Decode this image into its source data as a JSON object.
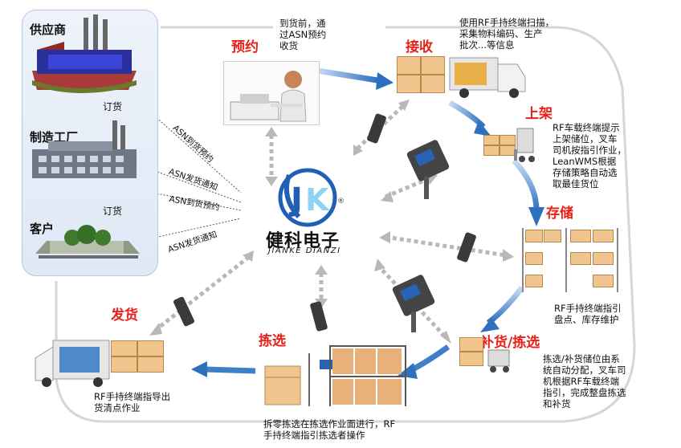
{
  "supply_chain": {
    "supplier": "供应商",
    "order1": "订货",
    "factory": "制造工厂",
    "order2": "订货",
    "customer": "客户"
  },
  "asn_links": [
    "ASN到货预约",
    "ASN发货通知",
    "ASN到货预约",
    "ASN发货通知"
  ],
  "brand": {
    "name_cn": "健科电子",
    "name_en": "JIANKE DIANZI",
    "registered": "®"
  },
  "steps": {
    "reserve": {
      "title": "预约",
      "note": "到货前，通\n过ASN预约\n收货"
    },
    "receive": {
      "title": "接收",
      "note": "使用RF手持终端扫描，\n采集物料编码、生产\n批次...等信息"
    },
    "putaway": {
      "title": "上架",
      "note": "RF车载终端提示\n上架储位，叉车\n司机按指引作业，\nLeanWMS根据\n存储策略自动选\n取最佳货位"
    },
    "storage": {
      "title": "存储",
      "note": "RF手持终端指引\n盘点、库存维护"
    },
    "replenish": {
      "title": "补货/拣选",
      "note": "拣选/补货储位由系\n统自动分配，叉车司\n机根据RF车载终端\n指引，完成整盘拣选\n和补货"
    },
    "pick": {
      "title": "拣选",
      "note": "拆零拣选在拣选作业面进行，RF\n手持终端指引拣选者操作"
    },
    "ship": {
      "title": "发货",
      "note": "RF手持终端指导出\n货清点作业"
    }
  },
  "colors": {
    "accent_red": "#e8201a",
    "brand_blue": "#1f5fb4",
    "arrow_blue": "#3f7fc6",
    "panel_bg": "#e4ecf7"
  }
}
